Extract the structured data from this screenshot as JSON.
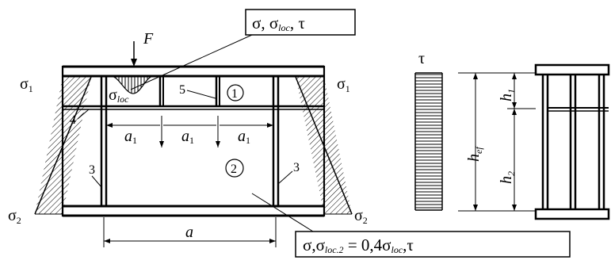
{
  "diagram": {
    "labels": {
      "force": "F",
      "sigma1_left": "σ",
      "sigma1_left_sub": "1",
      "sigma1_right": "σ",
      "sigma1_right_sub": "1",
      "sigma2_left": "σ",
      "sigma2_left_sub": "2",
      "sigma2_right": "σ",
      "sigma2_right_sub": "2",
      "sigma_loc": "σ",
      "sigma_loc_sub": "loc",
      "tau": "τ",
      "a": "a",
      "a1_1": "a",
      "a1_2": "a",
      "a1_3": "a",
      "a1_sub": "1",
      "num_3_left": "3",
      "num_3_right": "3",
      "num_4": "4",
      "num_5": "5",
      "panel_1": "1",
      "panel_2": "2",
      "h_ef": "h",
      "h_ef_sub": "ef",
      "h1": "h",
      "h1_sub": "1",
      "h2": "h",
      "h2_sub": "2"
    },
    "top_box": {
      "part1": "σ, σ",
      "part1_sub": "loc",
      "part2": ", τ"
    },
    "bottom_box": {
      "part1": "σ,σ",
      "part1_sub": "loc.2",
      "part2": " = 0,4σ",
      "part2_sub": "loc",
      "part3": ",τ"
    }
  }
}
